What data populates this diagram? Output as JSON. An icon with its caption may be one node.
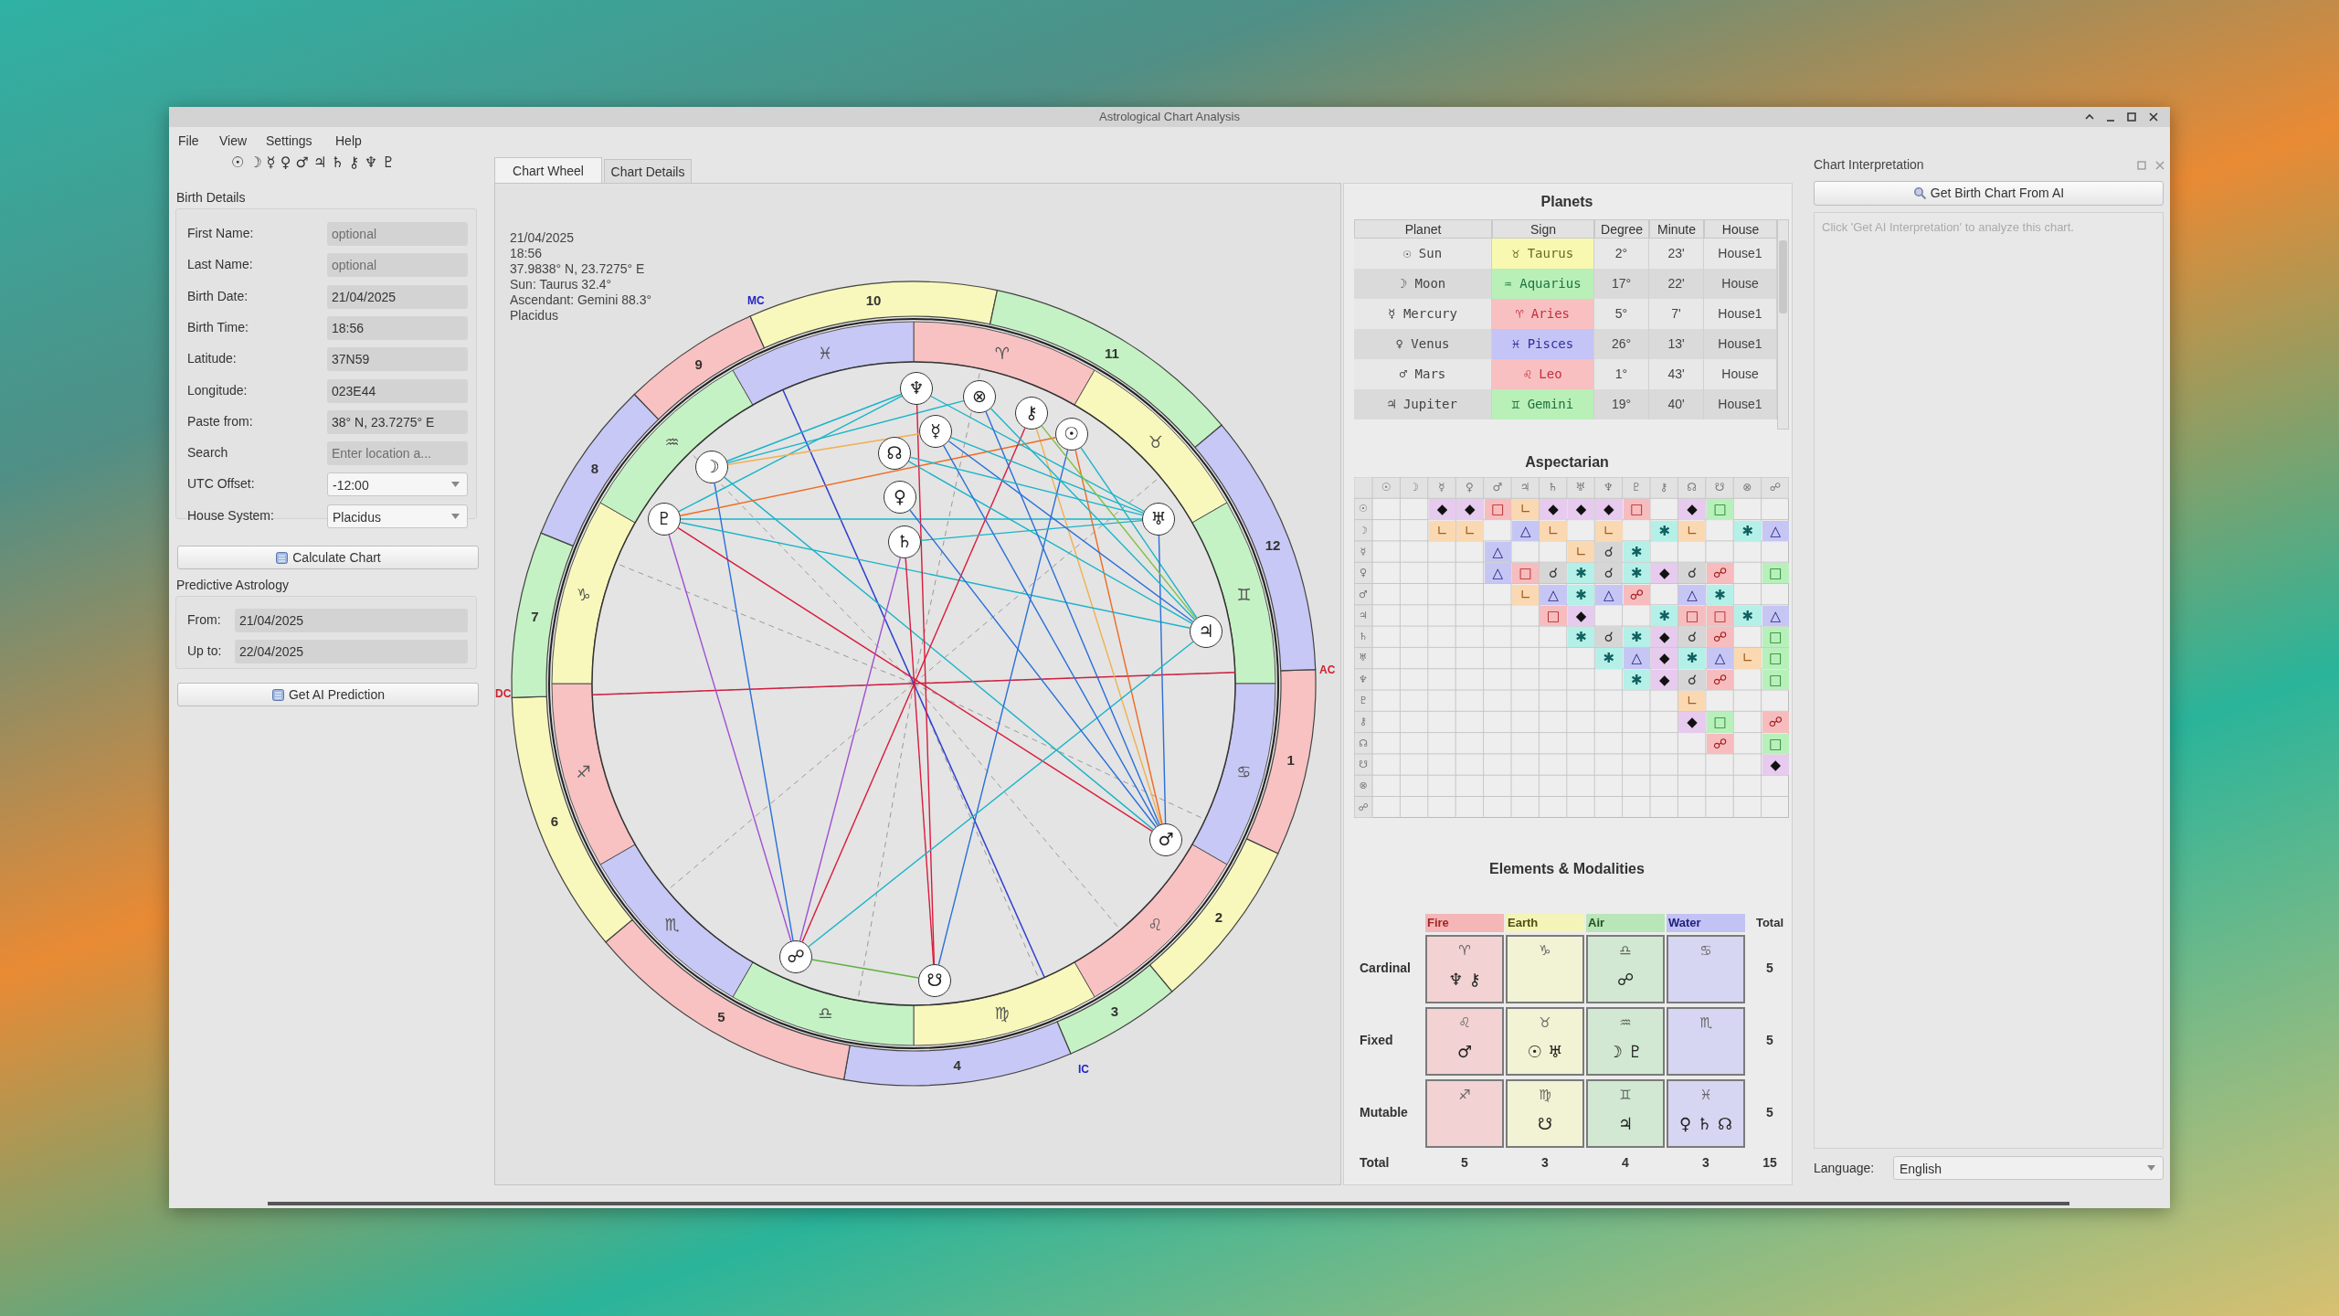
{
  "diagram": {
    "title": "Astrological Chart Analysis",
    "nodes": [
      {
        "text": [
          "♆"
        ]
      },
      {
        "text": [
          "⊗"
        ]
      },
      {
        "text": [
          "⚷"
        ]
      },
      {
        "text": [
          "☉"
        ]
      },
      {
        "text": [
          "☿"
        ]
      },
      {
        "text": [
          "☊"
        ]
      },
      {
        "text": [
          "♀"
        ]
      },
      {
        "text": [
          "♄"
        ]
      },
      {
        "text": [
          "☽"
        ]
      },
      {
        "text": [
          "♇"
        ]
      },
      {
        "text": [
          "♅"
        ]
      },
      {
        "text": [
          "♃"
        ]
      },
      {
        "text": [
          "♂"
        ]
      },
      {
        "text": [
          "☍"
        ]
      },
      {
        "text": [
          "☋"
        ]
      }
    ],
    "edges": [
      {
        "from": 8,
        "to": 12,
        "arrow": "none"
      },
      {
        "from": 9,
        "to": 10,
        "arrow": "none"
      },
      {
        "from": 2,
        "to": 12,
        "arrow": "none",
        "color": "#f0b050"
      },
      {
        "from": 8,
        "to": 0,
        "arrow": "none"
      },
      {
        "from": 8,
        "to": 1,
        "arrow": "none"
      },
      {
        "from": 8,
        "to": 13,
        "arrow": "none",
        "color": "#2a6fd8"
      },
      {
        "from": 9,
        "to": 12,
        "arrow": "none",
        "color": "#d81c3c"
      },
      {
        "from": 9,
        "to": 11,
        "arrow": "none"
      },
      {
        "from": 9,
        "to": 3,
        "arrow": "none",
        "color": "#f06a20"
      },
      {
        "from": 9,
        "to": 0,
        "arrow": "none"
      },
      {
        "from": 0,
        "to": 14,
        "arrow": "none",
        "color": "#d81c3c"
      },
      {
        "from": 7,
        "to": 14,
        "arrow": "none",
        "color": "#d81c3c"
      },
      {
        "from": 7,
        "to": 13,
        "arrow": "none",
        "color": "#a050d0"
      },
      {
        "from": 2,
        "to": 13,
        "arrow": "none",
        "color": "#d81c3c"
      },
      {
        "from": 3,
        "to": 12,
        "arrow": "none",
        "color": "#f06a20"
      },
      {
        "from": 3,
        "to": 14,
        "arrow": "none",
        "color": "#2a6fd8"
      },
      {
        "from": 3,
        "to": 11,
        "arrow": "none"
      },
      {
        "from": 10,
        "to": 12,
        "arrow": "none",
        "color": "#2a6fd8"
      },
      {
        "from": 10,
        "to": 0,
        "arrow": "none"
      },
      {
        "from": 10,
        "to": 7,
        "arrow": "none"
      },
      {
        "from": 11,
        "to": 5,
        "arrow": "none"
      },
      {
        "from": 11,
        "to": 13,
        "arrow": "none"
      },
      {
        "from": 11,
        "to": 4,
        "arrow": "none",
        "color": "#2a6fd8"
      },
      {
        "from": 12,
        "to": 4,
        "arrow": "none",
        "color": "#2a6fd8"
      },
      {
        "from": 12,
        "to": 6,
        "arrow": "none",
        "color": "#2a6fd8"
      },
      {
        "from": 12,
        "to": 1,
        "arrow": "none",
        "color": "#2a6fd8"
      },
      {
        "from": 13,
        "to": 14,
        "arrow": "none",
        "color": "#60b040"
      },
      {
        "from": 4,
        "to": 10,
        "arrow": "none"
      },
      {
        "from": 1,
        "to": 11,
        "arrow": "none"
      },
      {
        "from": 2,
        "to": 11,
        "arrow": "none",
        "color": "#80c040"
      },
      {
        "from": 9,
        "to": 13,
        "arrow": "none",
        "color": "#a050d0"
      },
      {
        "from": 4,
        "to": 8,
        "arrow": "none",
        "color": "#f0b050"
      },
      {
        "from": 5,
        "to": 10,
        "arrow": "none"
      }
    ],
    "labels": [
      "File",
      "View",
      "Settings",
      "Help",
      "☉ ☽ ☿ ♀ ♂ ♃ ♄ ⚷ ♆ ♇",
      "Birth Details",
      "First Name:",
      "optional",
      "Last Name:",
      "optional",
      "Birth Date:",
      "21/04/2025",
      "Birth Time:",
      "18:56",
      "Latitude:",
      "37N59",
      "Longitude:",
      "023E44",
      "Paste from:",
      "38° N, 23.7275° E",
      "Search",
      "Enter location a...",
      "UTC Offset:",
      "-12:00",
      "House System:",
      "Placidus",
      "Calculate Chart",
      "Predictive Astrology",
      "From:",
      "21/04/2025",
      "Up to:",
      "22/04/2025",
      "Get AI Prediction",
      "Chart Wheel",
      "Chart Details",
      "21/04/2025",
      "18:56",
      "37.9838° N, 23.7275° E",
      "Sun: Taurus 32.4°",
      "Ascendant: Gemini 88.3°",
      "Placidus",
      "MC",
      "AC",
      "DC",
      "IC",
      "1",
      "2",
      "3",
      "4",
      "5",
      "6",
      "7",
      "8",
      "9",
      "10",
      "11",
      "12",
      "♈",
      "♉",
      "♊",
      "♋",
      "♌",
      "♍",
      "♎",
      "♏",
      "♐",
      "♑",
      "♒",
      "♓",
      "Planets",
      "Planet",
      "Sign",
      "Degree",
      "Minute",
      "House",
      "☉ Sun",
      "♉ Taurus",
      "2°",
      "23'",
      "House1",
      "☽ Moon",
      "♒ Aquarius",
      "17°",
      "22'",
      "House",
      "☿ Mercury",
      "♈ Aries",
      "5°",
      "7'",
      "House1",
      "♀ Venus",
      "♓ Pisces",
      "26°",
      "13'",
      "House1",
      "♂ Mars",
      "♌ Leo",
      "1°",
      "43'",
      "House",
      "♃ Jupiter",
      "♊ Gemini",
      "19°",
      "40'",
      "House1",
      "Aspectarian",
      "☉",
      "☽",
      "☿",
      "♀",
      "♂",
      "♃",
      "♄",
      "♅",
      "♆",
      "♇",
      "⚷",
      "☊",
      "☋",
      "⊗",
      "☍",
      "☉",
      "◆",
      "◆",
      "□",
      "∟",
      "◆",
      "◆",
      "◆",
      "□",
      "◆",
      "□",
      "☽",
      "∟",
      "∟",
      "△",
      "∟",
      "∟",
      "✱",
      "∟",
      "✱",
      "△",
      "☿",
      "△",
      "∟",
      "☌",
      "✱",
      "♀",
      "△",
      "□",
      "☌",
      "✱",
      "☌",
      "✱",
      "◆",
      "☌",
      "☍",
      "□",
      "♂",
      "∟",
      "△",
      "✱",
      "△",
      "☍",
      "△",
      "✱",
      "♃",
      "□",
      "◆",
      "✱",
      "□",
      "□",
      "✱",
      "△",
      "♄",
      "✱",
      "☌",
      "✱",
      "◆",
      "☌",
      "☍",
      "□",
      "♅",
      "✱",
      "△",
      "◆",
      "✱",
      "△",
      "∟",
      "□",
      "♆",
      "✱",
      "◆",
      "☌",
      "☍",
      "□",
      "♇",
      "∟",
      "⚷",
      "◆",
      "□",
      "☍",
      "☊",
      "☍",
      "□",
      "☋",
      "◆",
      "⊗",
      "☍",
      "Elements & Modalities",
      "Fire",
      "Earth",
      "Air",
      "Water",
      "Total",
      "Cardinal",
      "♈",
      "♆ ⚷",
      "♑",
      "♎",
      "☍",
      "♋",
      "5",
      "Fixed",
      "♌",
      "♂",
      "♉",
      "☉ ♅",
      "♒",
      "☽ ♇",
      "♏",
      "5",
      "Mutable",
      "♐",
      "♍",
      "☋",
      "♊",
      "♃",
      "♓",
      "♀ ♄ ☊",
      "5",
      "Total",
      "5",
      "3",
      "4",
      "3",
      "15",
      "Chart Interpretation",
      "Get Birth Chart From AI",
      "Click 'Get AI Interpretation' to analyze this chart.",
      "Language:",
      "English"
    ]
  }
}
